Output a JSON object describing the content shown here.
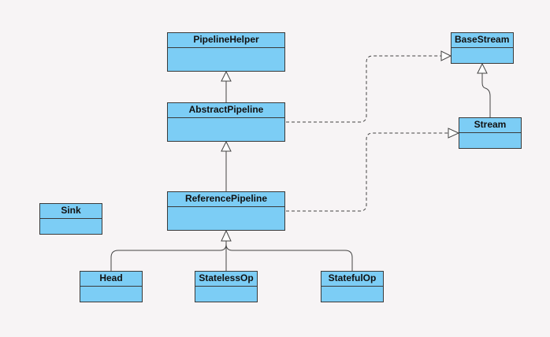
{
  "diagram": {
    "type": "uml-class-diagram",
    "colors": {
      "class_fill": "#7ccdf5",
      "border": "#3a3a3a",
      "background": "#f7f4f5",
      "line": "#444444"
    },
    "classes": [
      {
        "id": "PipelineHelper",
        "label": "PipelineHelper"
      },
      {
        "id": "AbstractPipeline",
        "label": "AbstractPipeline"
      },
      {
        "id": "ReferencePipeline",
        "label": "ReferencePipeline"
      },
      {
        "id": "BaseStream",
        "label": "BaseStream"
      },
      {
        "id": "Stream",
        "label": "Stream"
      },
      {
        "id": "Sink",
        "label": "Sink"
      },
      {
        "id": "Head",
        "label": "Head"
      },
      {
        "id": "StatelessOp",
        "label": "StatelessOp"
      },
      {
        "id": "StatefulOp",
        "label": "StatefulOp"
      }
    ],
    "relations": [
      {
        "from": "AbstractPipeline",
        "to": "PipelineHelper",
        "kind": "generalization"
      },
      {
        "from": "ReferencePipeline",
        "to": "AbstractPipeline",
        "kind": "generalization"
      },
      {
        "from": "Stream",
        "to": "BaseStream",
        "kind": "generalization"
      },
      {
        "from": "AbstractPipeline",
        "to": "BaseStream",
        "kind": "realization"
      },
      {
        "from": "ReferencePipeline",
        "to": "Stream",
        "kind": "realization"
      },
      {
        "from": "Head",
        "to": "ReferencePipeline",
        "kind": "generalization"
      },
      {
        "from": "StatelessOp",
        "to": "ReferencePipeline",
        "kind": "generalization"
      },
      {
        "from": "StatefulOp",
        "to": "ReferencePipeline",
        "kind": "generalization"
      }
    ]
  }
}
